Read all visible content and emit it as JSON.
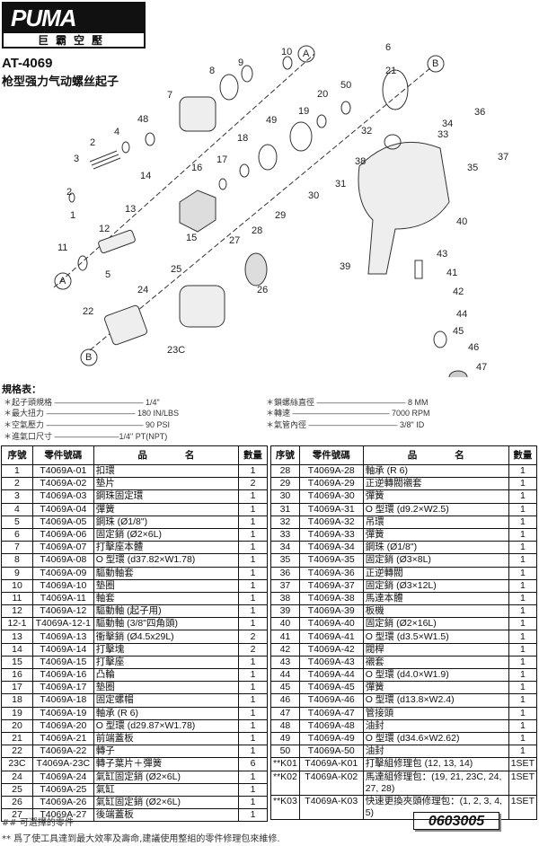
{
  "brand": {
    "logo": "PUMA",
    "logo_sub": "巨霸空壓"
  },
  "model": "AT-4069",
  "subtitle": "枪型强力气动螺丝起子",
  "diagram": {
    "labels": [
      "10",
      "A",
      "9",
      "8",
      "7",
      "48",
      "4",
      "2",
      "3",
      "2",
      "1",
      "14",
      "16",
      "17",
      "18",
      "49",
      "19",
      "20",
      "50",
      "21",
      "B",
      "6",
      "13",
      "15",
      "12",
      "11",
      "A",
      "5",
      "27",
      "28",
      "29",
      "30",
      "31",
      "32",
      "33",
      "34",
      "36",
      "37",
      "35",
      "38",
      "40",
      "39",
      "43",
      "41",
      "42",
      "44",
      "45",
      "46",
      "47",
      "25",
      "26",
      "24",
      "22",
      "B",
      "23C"
    ]
  },
  "specs": {
    "title": "規格表：",
    "items": [
      {
        "text": "＊起子頭規格 ——————————— 1/4\""
      },
      {
        "text": "＊最大扭力 ——————————— 180 IN/LBS"
      },
      {
        "text": "＊空氣壓力 ———————————— 90 PSI"
      },
      {
        "text": "＊進氣口尺寸 ————————1/4\" PT(NPT)"
      },
      {
        "text": "＊鎖螺絲直徑 ——————————— 8 MM"
      },
      {
        "text": "＊轉速 ———————————— 7000 RPM"
      },
      {
        "text": "＊氣管內徑 ——————————— 3/8\" ID"
      }
    ]
  },
  "table": {
    "headers": [
      "序號",
      "零件號碼",
      "品　　　　名",
      "數量"
    ],
    "left": [
      [
        "1",
        "T4069A-01",
        "扣環",
        "1"
      ],
      [
        "2",
        "T4069A-02",
        "墊片",
        "2"
      ],
      [
        "3",
        "T4069A-03",
        "鋼珠固定環",
        "1"
      ],
      [
        "4",
        "T4069A-04",
        "彈簧",
        "1"
      ],
      [
        "5",
        "T4069A-05",
        "鋼珠 (Ø1/8\")",
        "1"
      ],
      [
        "6",
        "T4069A-06",
        "固定銷 (Ø2×6L)",
        "1"
      ],
      [
        "7",
        "T4069A-07",
        "打擊座本體",
        "1"
      ],
      [
        "8",
        "T4069A-08",
        "O 型環 (d37.82×W1.78)",
        "1"
      ],
      [
        "9",
        "T4069A-09",
        "驅動軸套",
        "1"
      ],
      [
        "10",
        "T4069A-10",
        "墊圈",
        "1"
      ],
      [
        "11",
        "T4069A-11",
        "軸套",
        "1"
      ],
      [
        "12",
        "T4069A-12",
        "驅動軸 (起子用)",
        "1"
      ],
      [
        "12-1",
        "T4069A-12-1",
        "驅動軸 (3/8\"四角頭)",
        "1"
      ],
      [
        "13",
        "T4069A-13",
        "衝擊銷 (Ø4.5x29L)",
        "2"
      ],
      [
        "14",
        "T4069A-14",
        "打擊塊",
        "2"
      ],
      [
        "15",
        "T4069A-15",
        "打擊座",
        "1"
      ],
      [
        "16",
        "T4069A-16",
        "凸輪",
        "1"
      ],
      [
        "17",
        "T4069A-17",
        "墊圈",
        "1"
      ],
      [
        "18",
        "T4069A-18",
        "固定螺帽",
        "1"
      ],
      [
        "19",
        "T4069A-19",
        "軸承 (R 6)",
        "1"
      ],
      [
        "20",
        "T4069A-20",
        "O 型環 (d29.87×W1.78)",
        "1"
      ],
      [
        "21",
        "T4069A-21",
        "前端蓋板",
        "1"
      ],
      [
        "22",
        "T4069A-22",
        "轉子",
        "1"
      ],
      [
        "23C",
        "T4069A-23C",
        "轉子葉片＋彈簧",
        "6"
      ],
      [
        "24",
        "T4069A-24",
        "氣缸固定銷 (Ø2×6L)",
        "1"
      ],
      [
        "25",
        "T4069A-25",
        "氣缸",
        "1"
      ],
      [
        "26",
        "T4069A-26",
        "氣缸固定銷 (Ø2×6L)",
        "1"
      ],
      [
        "27",
        "T4069A-27",
        "後端蓋板",
        "1"
      ]
    ],
    "right": [
      [
        "28",
        "T4069A-28",
        "軸承 (R 6)",
        "1"
      ],
      [
        "29",
        "T4069A-29",
        "正逆轉閥襯套",
        "1"
      ],
      [
        "30",
        "T4069A-30",
        "彈簧",
        "1"
      ],
      [
        "31",
        "T4069A-31",
        "O 型環 (d9.2×W2.5)",
        "1"
      ],
      [
        "32",
        "T4069A-32",
        "吊環",
        "1"
      ],
      [
        "33",
        "T4069A-33",
        "彈簧",
        "1"
      ],
      [
        "34",
        "T4069A-34",
        "鋼珠 (Ø1/8\")",
        "1"
      ],
      [
        "35",
        "T4069A-35",
        "固定銷 (Ø3×8L)",
        "1"
      ],
      [
        "36",
        "T4069A-36",
        "正逆轉閥",
        "1"
      ],
      [
        "37",
        "T4069A-37",
        "固定銷 (Ø3×12L)",
        "1"
      ],
      [
        "38",
        "T4069A-38",
        "馬達本體",
        "1"
      ],
      [
        "39",
        "T4069A-39",
        "板機",
        "1"
      ],
      [
        "40",
        "T4069A-40",
        "固定銷 (Ø2×16L)",
        "1"
      ],
      [
        "41",
        "T4069A-41",
        "O 型環 (d3.5×W1.5)",
        "1"
      ],
      [
        "42",
        "T4069A-42",
        "閥桿",
        "1"
      ],
      [
        "43",
        "T4069A-43",
        "襯套",
        "1"
      ],
      [
        "44",
        "T4069A-44",
        "O 型環 (d4.0×W1.9)",
        "1"
      ],
      [
        "45",
        "T4069A-45",
        "彈簧",
        "1"
      ],
      [
        "46",
        "T4069A-46",
        "O 型環 (d13.8×W2.4)",
        "1"
      ],
      [
        "47",
        "T4069A-47",
        "管接頭",
        "1"
      ],
      [
        "48",
        "T4069A-48",
        "油封",
        "1"
      ],
      [
        "49",
        "T4069A-49",
        "O 型環 (d34.6×W2.62)",
        "1"
      ],
      [
        "50",
        "T4069A-50",
        "油封",
        "1"
      ],
      [
        "**K01",
        "T4069A-K01",
        "打擊組修理包 (12, 13, 14)",
        "1SET"
      ],
      [
        "**K02",
        "T4069A-K02",
        "馬達組修理包：(19, 21, 23C, 24, 27, 28)",
        "1SET"
      ],
      [
        "**K03",
        "T4069A-K03",
        "快速更換夾頭修理包：(1, 2, 3, 4, 5)",
        "1SET"
      ]
    ]
  },
  "notes": {
    "optional": "## 可選擇的零件",
    "advice": "** 爲了使工具達到最大效率及壽命,建議使用整組的零件修理包來維修."
  },
  "doc_code": "0603005"
}
